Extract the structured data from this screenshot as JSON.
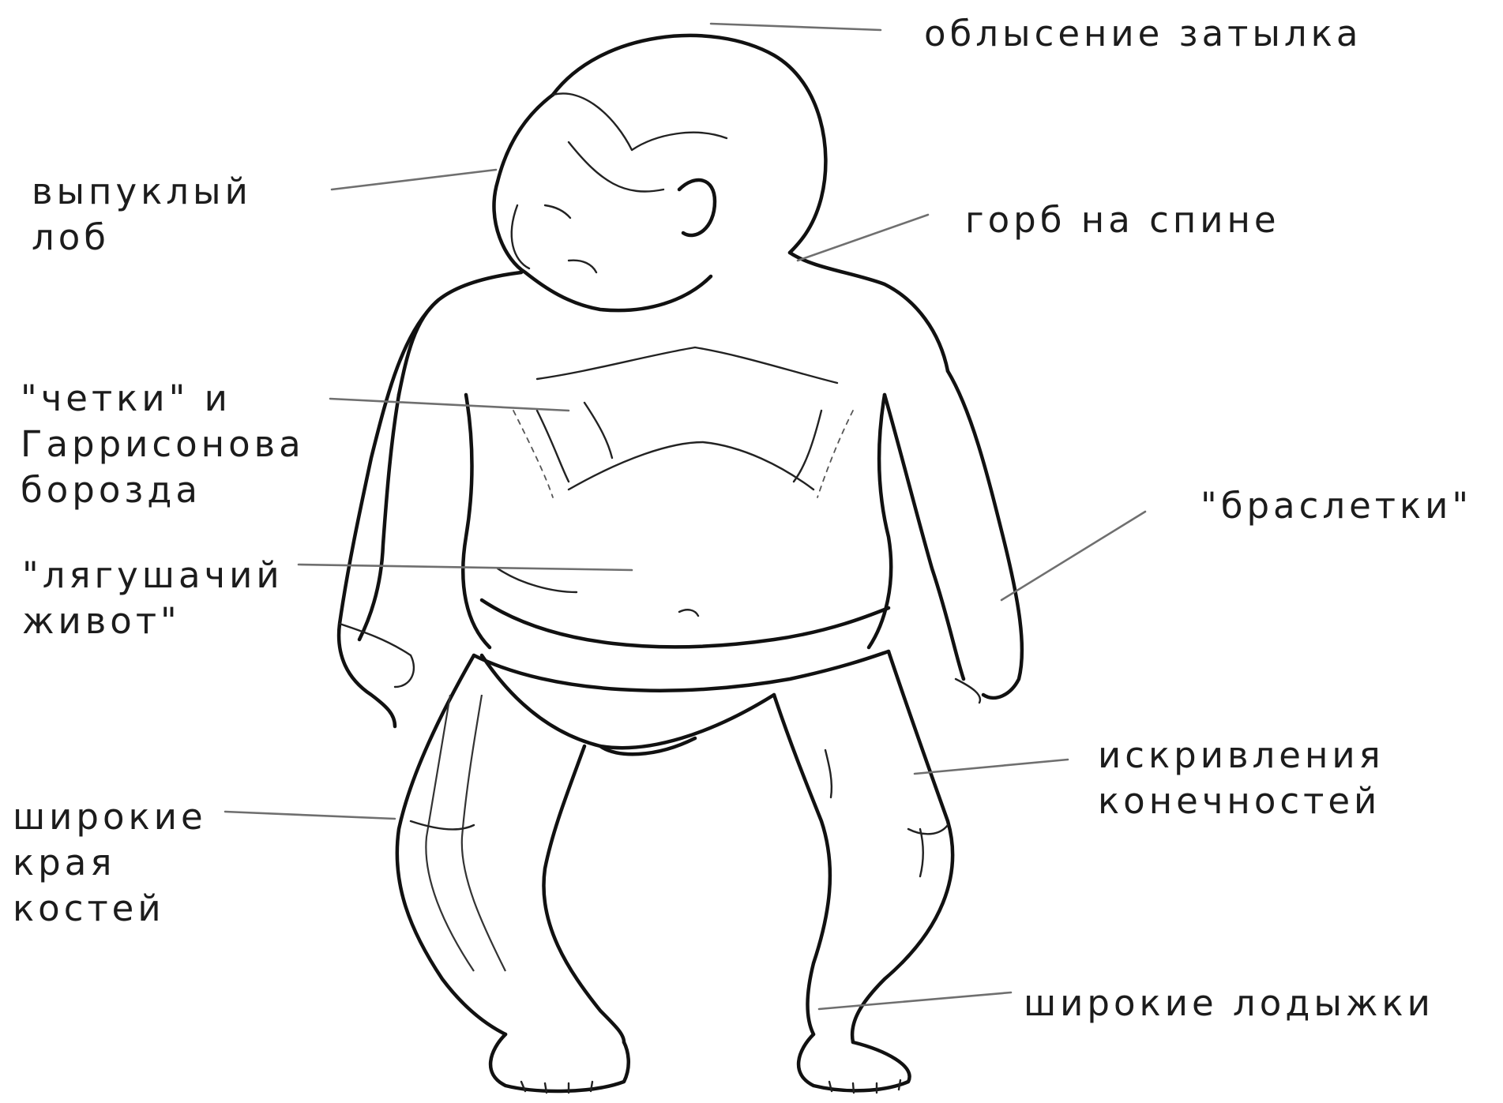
{
  "diagram": {
    "labels": {
      "occiput": "облысение затылка",
      "forehead": "выпуклый\nлоб",
      "hump": "горб на спине",
      "rosary": "\"четки\" и\nГаррисонова\nборозда",
      "bracelets": "\"браслетки\"",
      "belly": "\"лягушачий\nживот\"",
      "curvature": "искривления\nконечностей",
      "bones": "широкие\nкрая\nкостей",
      "ankles": "широкие лодыжки"
    }
  },
  "colors": {
    "ink": "#111111",
    "leader": "#6f6f6f",
    "label_text": "#1c1c1c",
    "background": "#ffffff"
  }
}
